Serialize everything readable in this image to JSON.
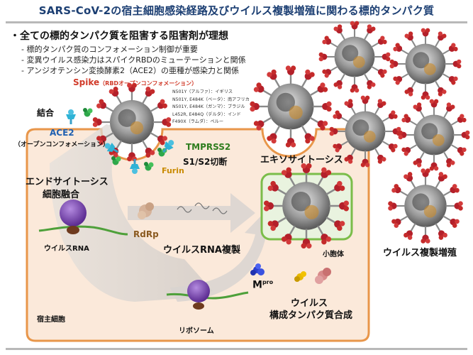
{
  "title": "SARS-CoV-2の宿主細胞感染経路及びウイルス複製増殖に関わる標的タンパク質",
  "bullet_main": "・全ての標的タンパク質を阻害する阻害剤が理想",
  "sub_bullets": [
    "- 標的タンパク質のコンフォメーション制御が重要",
    "- 変異ウイルス感染力はスパイクRBDのミューテーションと関係",
    "- アンジオテンシン変換酵素2（ACE2）の亜種が感染力と関係"
  ],
  "spike": {
    "label": "Spike",
    "sub": "（RBDオープンコンフォメーション）"
  },
  "mutations": [
    "N501Y（アルファ）：イギリス",
    "N501Y, E484K（ベータ）：南アフリカ",
    "N501Y, E484K（ガンマ）：ブラジル",
    "L452R, E484Q（デルタ）：インド",
    "F490X（ラムダ）：ペルー"
  ],
  "labels": {
    "binding": "結合",
    "ace2": "ACE2",
    "ace2_sub": "（オープンコンフォメーション）",
    "tmprss2": "TMPRSS2",
    "s1s2": "S1/S2切断",
    "furin": "Furin",
    "endocytosis_1": "エンドサイトーシス",
    "endocytosis_2": "細胞融合",
    "exocytosis": "エキソサイトーシス",
    "viral_rna": "ウイルスRNA",
    "rdrp": "RdRp",
    "rna_replication": "ウイルスRNA複製",
    "vesicle": "小胞体",
    "mpro": "M",
    "mpro_sup": "pro",
    "protein_synth_1": "ウイルス",
    "protein_synth_2": "構成タンパク質合成",
    "host_cell": "宿主細胞",
    "ribosome": "リボソーム",
    "proliferation": "ウイルス複製増殖"
  },
  "colors": {
    "title": "#1c3f73",
    "cell_border": "#e8964a",
    "cell_fill": "#fbe9da",
    "vesicle_border": "#7bbd4a",
    "spike_label": "#d13b2a",
    "ace2": "#1e5fb0",
    "tmprss2": "#2e7d1e",
    "furin": "#c98a00"
  }
}
